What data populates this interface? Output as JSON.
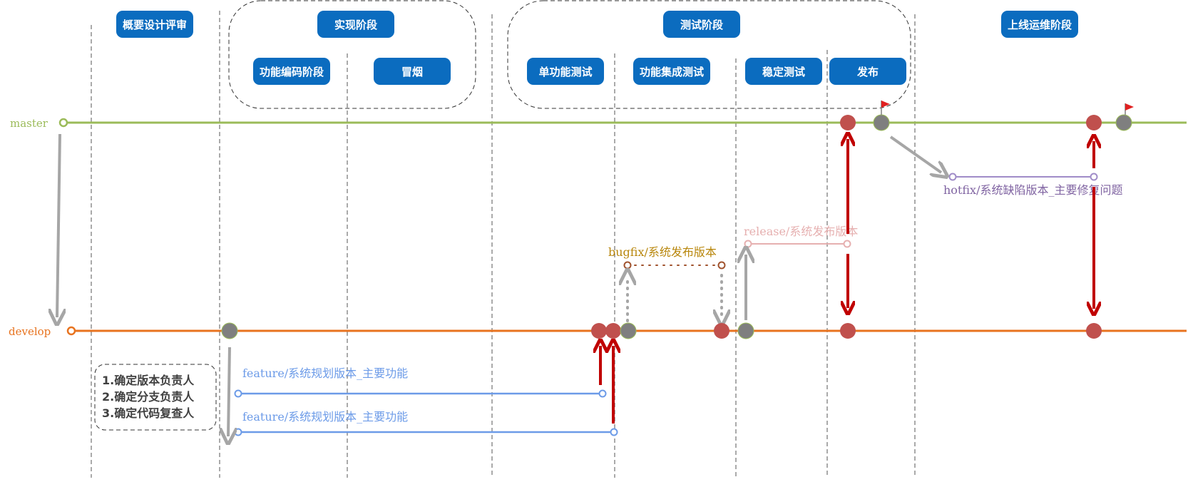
{
  "phases": {
    "design": "概要设计评审",
    "impl": "实现阶段",
    "coding": "功能编码阶段",
    "smoke": "冒烟",
    "test": "测试阶段",
    "unit": "单功能测试",
    "integration": "功能集成测试",
    "stable": "稳定测试",
    "release": "发布",
    "ops": "上线运维阶段"
  },
  "branches": {
    "master": "master",
    "develop": "develop",
    "feature1": "feature/系统规划版本_主要功能",
    "feature2": "feature/系统规划版本_主要功能",
    "bugfix": "bugfix/系统发布版本",
    "release": "release/系统发布版本",
    "hotfix": "hotfix/系统缺陷版本_主要修复问题"
  },
  "notes": [
    "1.确定版本负责人",
    "2.确定分支负责人",
    "3.确定代码复查人"
  ],
  "colors": {
    "master": "#9bbb59",
    "develop": "#e8731f",
    "feature": "#6c9be8",
    "bugfix": "#b8860b",
    "release": "#e6b0b0",
    "hotfix": "#8064a2",
    "label_bg": "#0b6cbf",
    "red_node": "#c0504d",
    "gray_node": "#7f7f7f",
    "red_arrow": "#c00000",
    "gray_arrow": "#a6a6a6"
  }
}
